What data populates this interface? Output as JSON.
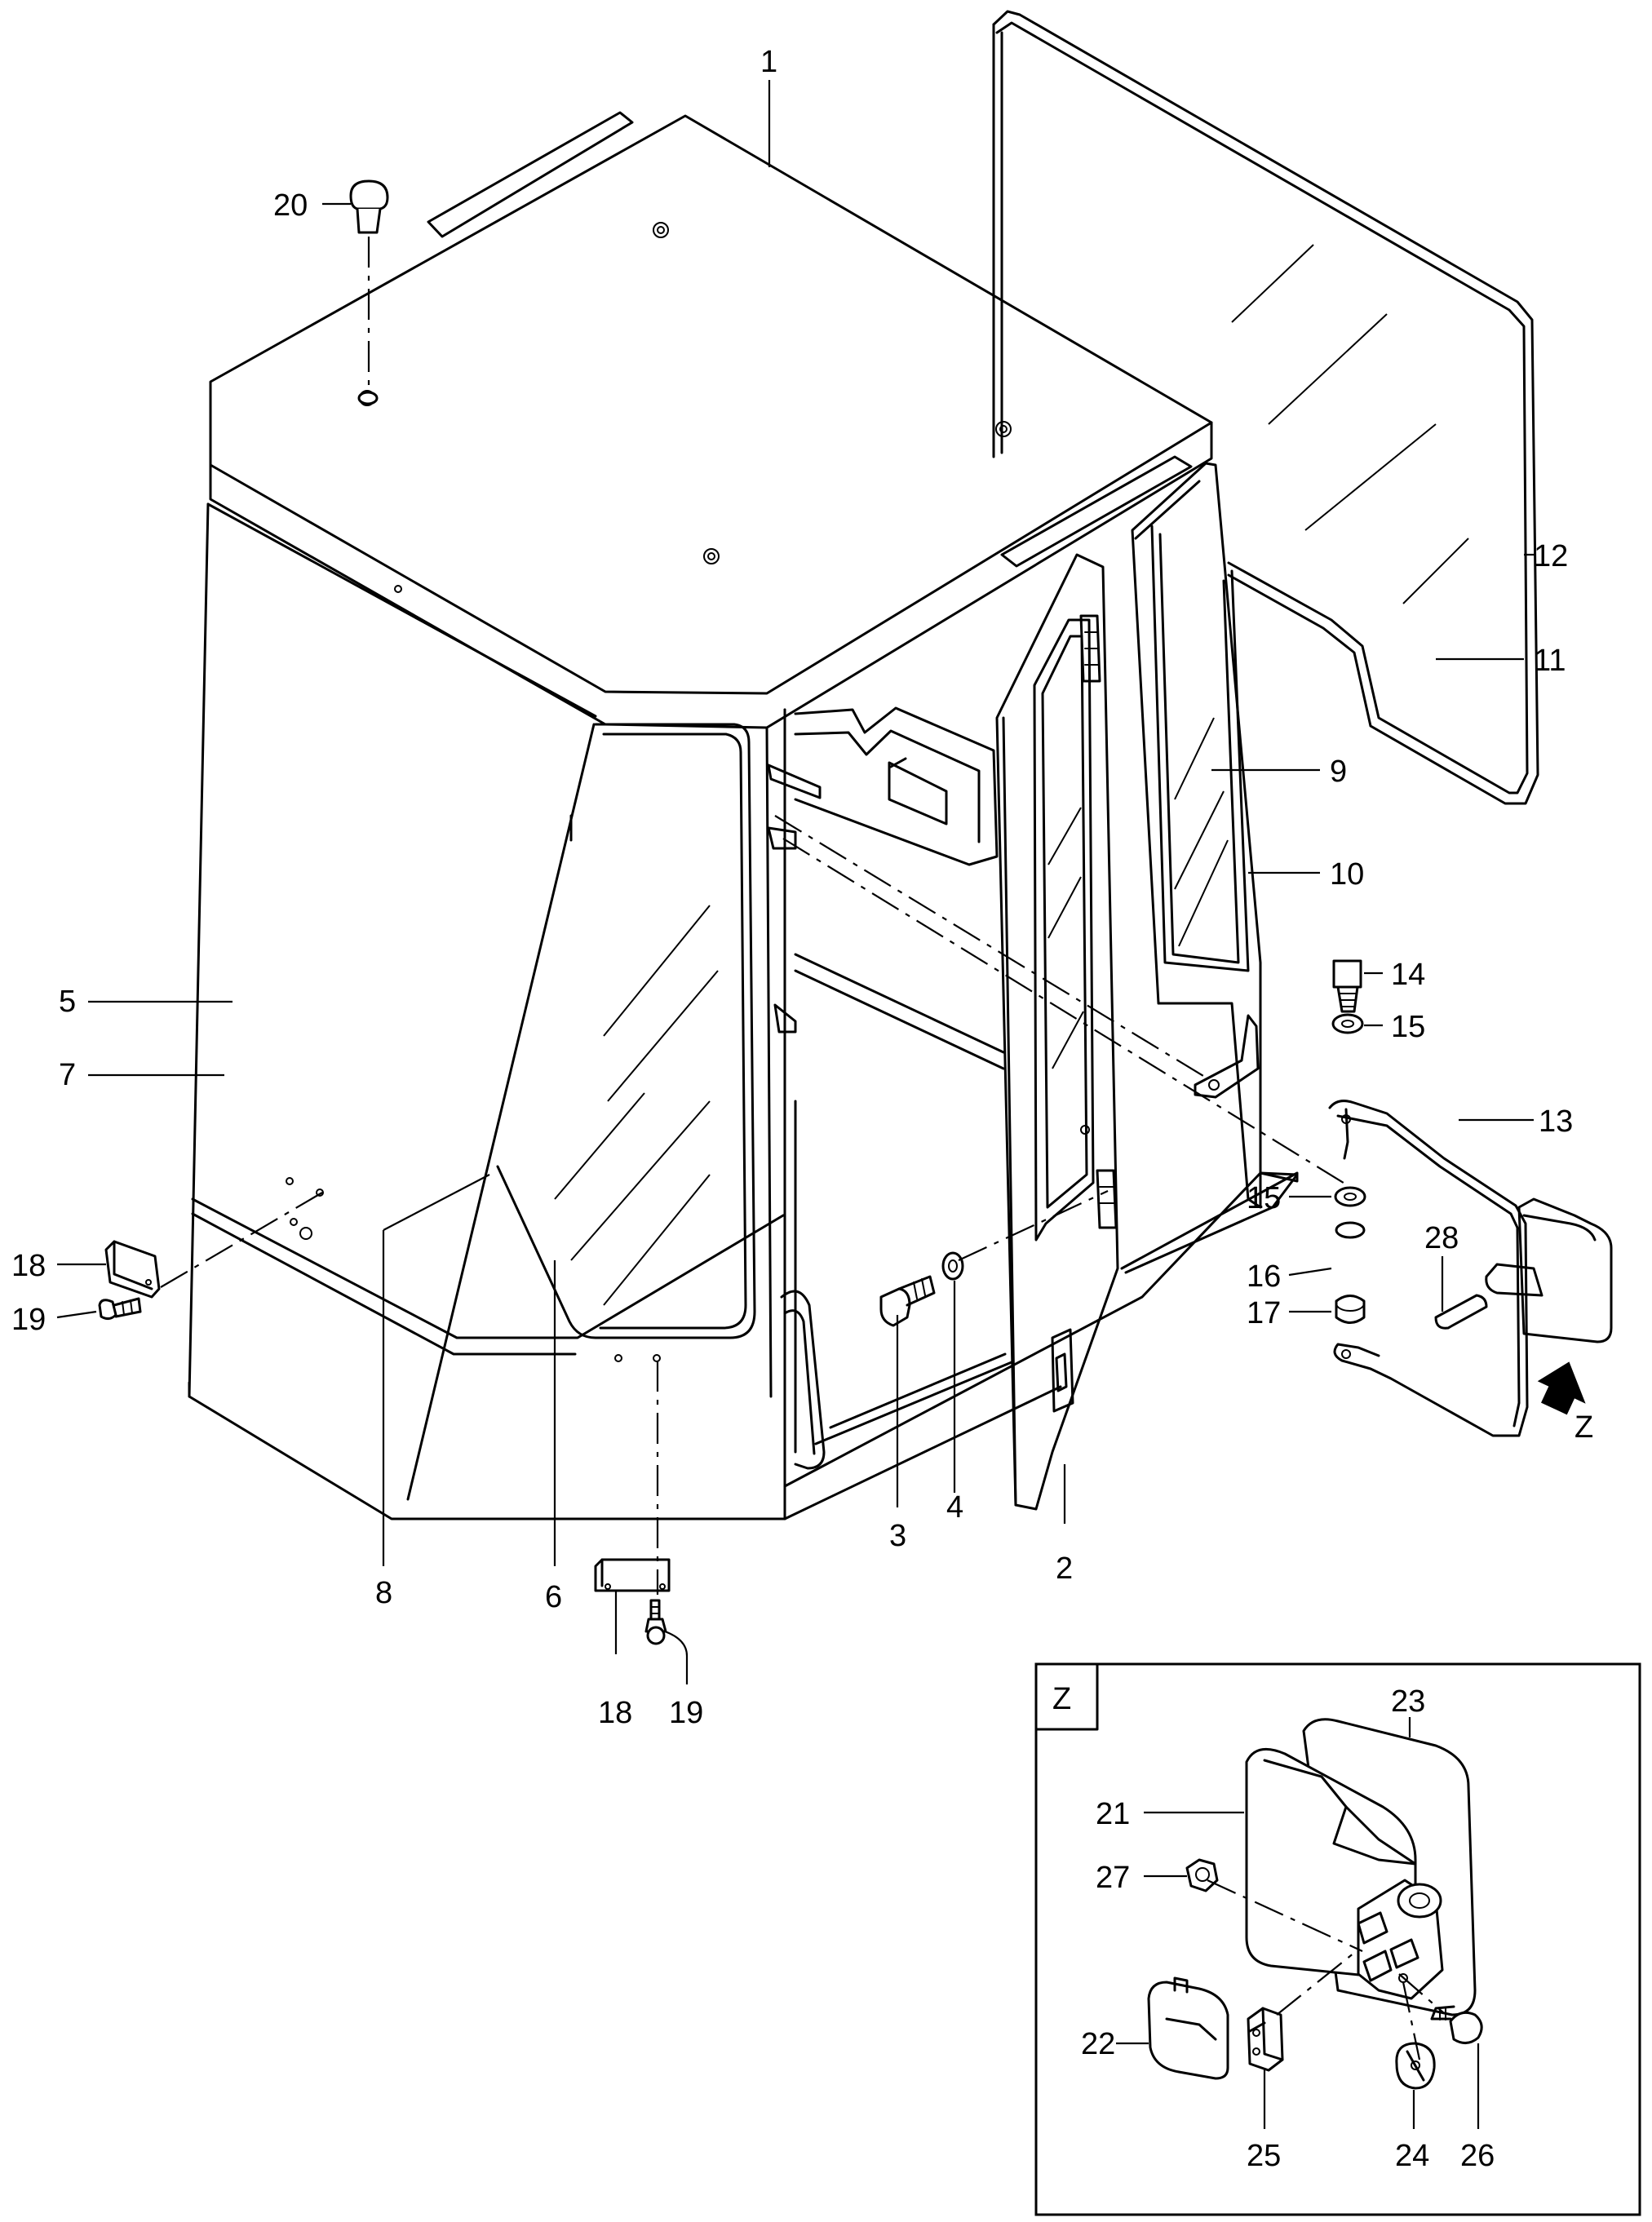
{
  "callouts": {
    "c1": "1",
    "c2": "2",
    "c3": "3",
    "c4": "4",
    "c5": "5",
    "c6": "6",
    "c7": "7",
    "c8": "8",
    "c9": "9",
    "c10": "10",
    "c11": "11",
    "c12": "12",
    "c13": "13",
    "c14": "14",
    "c15a": "15",
    "c15b": "15",
    "c16": "16",
    "c17": "17",
    "c18a": "18",
    "c18b": "18",
    "c19a": "19",
    "c19b": "19",
    "c20": "20",
    "c21": "21",
    "c22": "22",
    "c23": "23",
    "c24": "24",
    "c25": "25",
    "c26": "26",
    "c27": "27",
    "c28": "28"
  },
  "view_marker": {
    "arrow_label": "Z",
    "inset_label": "Z"
  }
}
